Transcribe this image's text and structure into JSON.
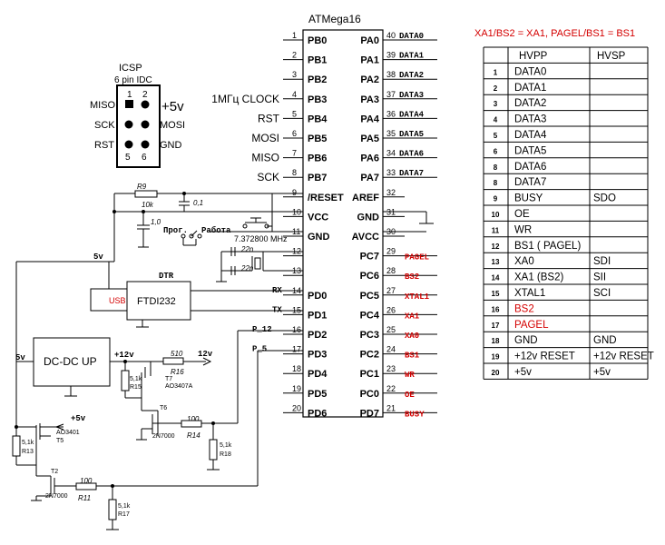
{
  "chip": {
    "title": "ATMega16",
    "left_pins": [
      {
        "num": "1",
        "name": "PB0",
        "label": ""
      },
      {
        "num": "2",
        "name": "PB1",
        "label": ""
      },
      {
        "num": "3",
        "name": "PB2",
        "label": ""
      },
      {
        "num": "4",
        "name": "PB3",
        "label": "1МГц CLOCK"
      },
      {
        "num": "5",
        "name": "PB4",
        "label": "RST"
      },
      {
        "num": "6",
        "name": "PB5",
        "label": "MOSI"
      },
      {
        "num": "7",
        "name": "PB6",
        "label": "MISO"
      },
      {
        "num": "8",
        "name": "PB7",
        "label": "SCK"
      },
      {
        "num": "9",
        "name": "/RESET",
        "label": ""
      },
      {
        "num": "10",
        "name": "VCC",
        "label": ""
      },
      {
        "num": "11",
        "name": "GND",
        "label": ""
      },
      {
        "num": "12",
        "name": "",
        "label": ""
      },
      {
        "num": "13",
        "name": "",
        "label": ""
      },
      {
        "num": "14",
        "name": "PD0",
        "label": "RX"
      },
      {
        "num": "15",
        "name": "PD1",
        "label": "TX"
      },
      {
        "num": "16",
        "name": "PD2",
        "label": "P_12"
      },
      {
        "num": "17",
        "name": "PD3",
        "label": "P_5"
      },
      {
        "num": "18",
        "name": "PD4",
        "label": ""
      },
      {
        "num": "19",
        "name": "PD5",
        "label": ""
      },
      {
        "num": "20",
        "name": "PD6",
        "label": ""
      }
    ],
    "right_pins": [
      {
        "num": "40",
        "name": "PA0",
        "label": "DATA0",
        "red": false
      },
      {
        "num": "39",
        "name": "PA1",
        "label": "DATA1",
        "red": false
      },
      {
        "num": "38",
        "name": "PA2",
        "label": "DATA2",
        "red": false
      },
      {
        "num": "37",
        "name": "PA3",
        "label": "DATA3",
        "red": false
      },
      {
        "num": "36",
        "name": "PA4",
        "label": "DATA4",
        "red": false
      },
      {
        "num": "35",
        "name": "PA5",
        "label": "DATA5",
        "red": false
      },
      {
        "num": "34",
        "name": "PA6",
        "label": "DATA6",
        "red": false
      },
      {
        "num": "33",
        "name": "PA7",
        "label": "DATA7",
        "red": false
      },
      {
        "num": "32",
        "name": "AREF",
        "label": "",
        "red": false
      },
      {
        "num": "31",
        "name": "GND",
        "label": "",
        "red": false
      },
      {
        "num": "30",
        "name": "AVCC",
        "label": "",
        "red": false
      },
      {
        "num": "29",
        "name": "PC7",
        "label": "PAGEL",
        "red": true
      },
      {
        "num": "28",
        "name": "PC6",
        "label": "BS2",
        "red": true
      },
      {
        "num": "27",
        "name": "PC5",
        "label": "XTAL1",
        "red": true
      },
      {
        "num": "26",
        "name": "PC4",
        "label": "XA1",
        "red": true
      },
      {
        "num": "25",
        "name": "PC3",
        "label": "XA0",
        "red": true
      },
      {
        "num": "24",
        "name": "PC2",
        "label": "BS1",
        "red": true
      },
      {
        "num": "23",
        "name": "PC1",
        "label": "WR",
        "red": true
      },
      {
        "num": "22",
        "name": "PC0",
        "label": "OE",
        "red": true
      },
      {
        "num": "21",
        "name": "PD7",
        "label": "BUSY",
        "red": true
      }
    ]
  },
  "icsp": {
    "title": "ICSP",
    "subtitle": "6 pin IDC",
    "pin1": "1",
    "pin2": "2",
    "pin5": "5",
    "pin6": "6",
    "left_labels": [
      "MISO",
      "SCK",
      "RST"
    ],
    "right_labels": [
      "+5v",
      "MOSI",
      "GND"
    ]
  },
  "note": "XA1/BS2 = XA1, PAGEL/BS1 = BS1",
  "table": {
    "headers": [
      "",
      "HVPP",
      "HVSP"
    ],
    "rows": [
      {
        "n": "1",
        "hvpp": "DATA0",
        "hvsp": "",
        "red": false
      },
      {
        "n": "2",
        "hvpp": "DATA1",
        "hvsp": "",
        "red": false
      },
      {
        "n": "3",
        "hvpp": "DATA2",
        "hvsp": "",
        "red": false
      },
      {
        "n": "4",
        "hvpp": "DATA3",
        "hvsp": "",
        "red": false
      },
      {
        "n": "5",
        "hvpp": "DATA4",
        "hvsp": "",
        "red": false
      },
      {
        "n": "6",
        "hvpp": "DATA5",
        "hvsp": "",
        "red": false
      },
      {
        "n": "8",
        "hvpp": "DATA6",
        "hvsp": "",
        "red": false
      },
      {
        "n": "8",
        "hvpp": "DATA7",
        "hvsp": "",
        "red": false
      },
      {
        "n": "9",
        "hvpp": "BUSY",
        "hvsp": "SDO",
        "red": false
      },
      {
        "n": "10",
        "hvpp": "OE",
        "hvsp": "",
        "red": false
      },
      {
        "n": "11",
        "hvpp": "WR",
        "hvsp": "",
        "red": false
      },
      {
        "n": "12",
        "hvpp": "BS1 ( PAGEL)",
        "hvsp": "",
        "red": false
      },
      {
        "n": "13",
        "hvpp": "XA0",
        "hvsp": "SDI",
        "red": false
      },
      {
        "n": "14",
        "hvpp": "XA1 (BS2)",
        "hvsp": "SII",
        "red": false
      },
      {
        "n": "15",
        "hvpp": "XTAL1",
        "hvsp": "SCI",
        "red": false
      },
      {
        "n": "16",
        "hvpp": "BS2",
        "hvsp": "",
        "red": true
      },
      {
        "n": "17",
        "hvpp": "PAGEL",
        "hvsp": "",
        "red": true
      },
      {
        "n": "18",
        "hvpp": "GND",
        "hvsp": "GND",
        "red": false
      },
      {
        "n": "19",
        "hvpp": "+12v  RESET",
        "hvsp": "+12v RESET",
        "red": false
      },
      {
        "n": "20",
        "hvpp": "+5v",
        "hvsp": "+5v",
        "red": false
      }
    ]
  },
  "components": {
    "r9": "R9",
    "r9_val": "10k",
    "c1": "0,1",
    "c2": "1,0",
    "c3": "22n",
    "c4": "22n",
    "crystal": "7.372800 MHz",
    "switch_left": "Прог.",
    "switch_right": "Работа",
    "ftdi": "FTDI232",
    "usb": "USB",
    "dtr": "DTR",
    "net_5v_top": "5v",
    "net_5v_left": "5v",
    "dcdc": "DC-DC UP",
    "net_12v": "+12v",
    "r16_val": "510",
    "r16": "R16",
    "out_12v": "12v",
    "t7": "T7",
    "t7_part": "AO3407A",
    "r15_val": "5,1k",
    "r15": "R15",
    "t6": "T6",
    "t6_part": "2N7000",
    "r14_val": "100",
    "r14": "R14",
    "r18_val": "5,1k",
    "r18": "R18",
    "out_5v": "+5v",
    "t5_part": "AO3401",
    "t5": "T5",
    "r13_val": "5,1k",
    "r13": "R13",
    "t2": "T2",
    "t2_part": "2N7000",
    "r11_val": "100",
    "r11": "R11",
    "r17_val": "5,1k",
    "r17": "R17"
  }
}
